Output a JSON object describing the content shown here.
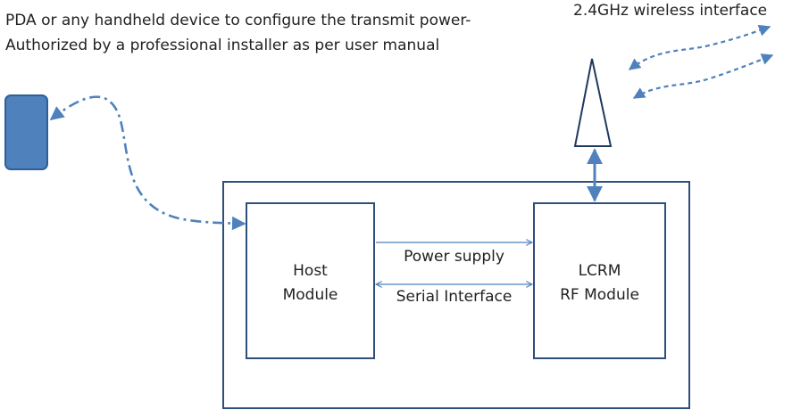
{
  "note": {
    "line1": "PDA or any handheld device to configure the transmit power-",
    "line2": "Authorized by a professional installer as per user manual"
  },
  "wireless_label": "2.4GHz wireless interface",
  "host_module": {
    "line1": "Host",
    "line2": "Module"
  },
  "rf_module": {
    "line1": "LCRM",
    "line2": "RF Module"
  },
  "links": {
    "power": "Power supply",
    "serial": "Serial Interface"
  },
  "colors": {
    "box_stroke": "#2f4e7a",
    "arrow": "#4f81bd",
    "device_fill": "#4f81bd",
    "device_stroke": "#2f5f9a",
    "antenna_stroke": "#1f3a5f",
    "text": "#222222"
  },
  "icons": {
    "device": "handheld-device-icon",
    "antenna": "antenna-icon"
  }
}
